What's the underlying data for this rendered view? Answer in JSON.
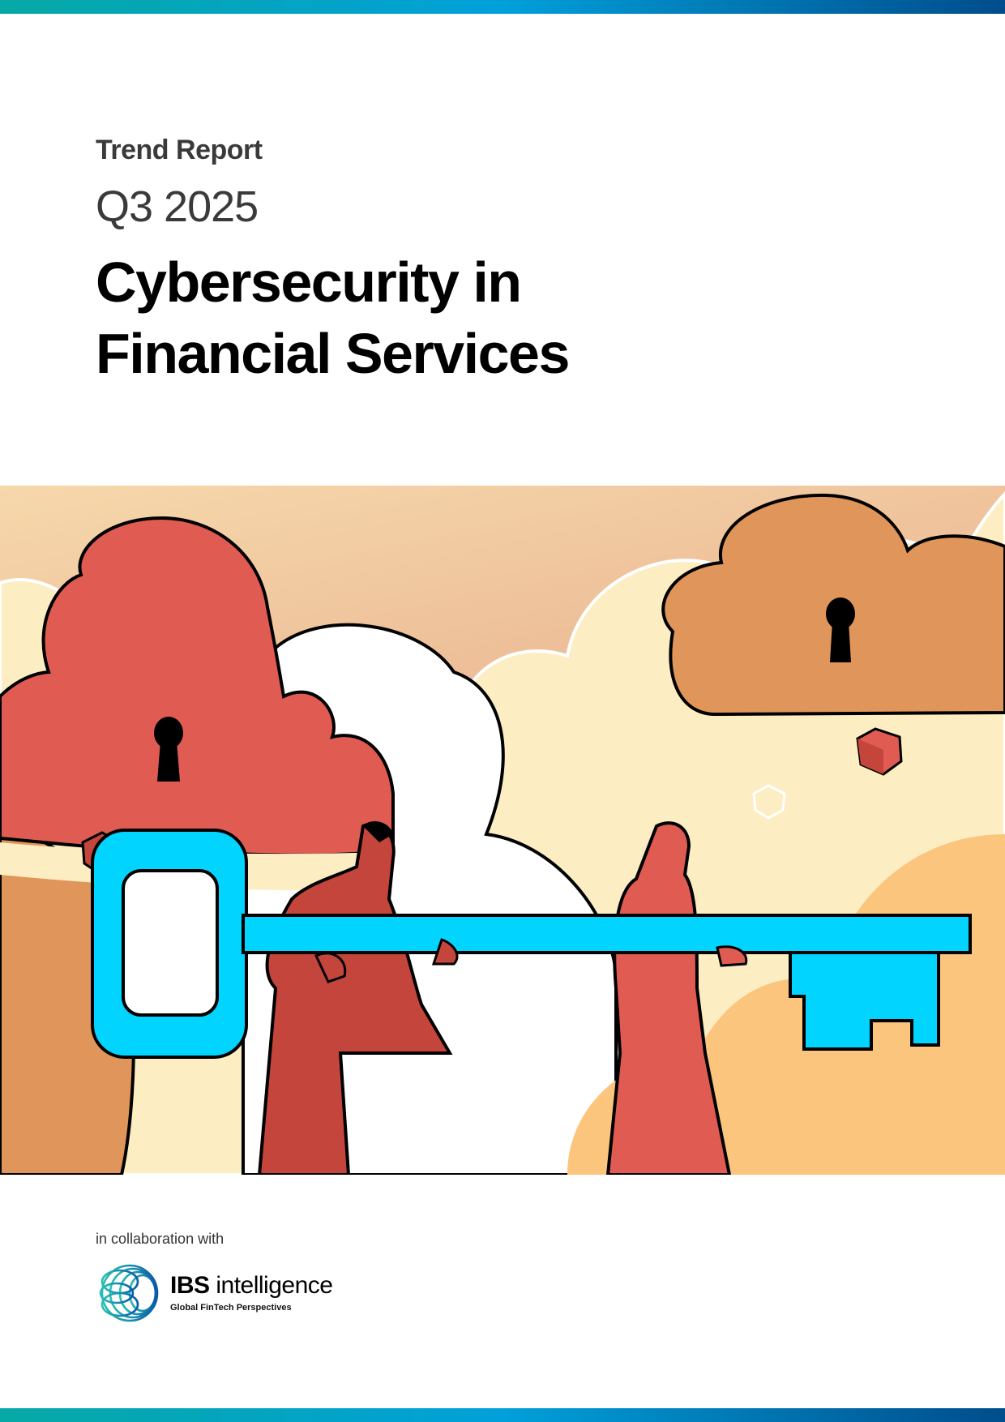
{
  "cover": {
    "eyebrow": "Trend Report",
    "period": "Q3 2025",
    "title_line1": "Cybersecurity in",
    "title_line2": "Financial Services"
  },
  "illustration": {
    "description": "Two figures carrying a giant cyan key beneath locked clouds",
    "icons": [
      "cloud-lock-icon",
      "key-icon",
      "cube-icon"
    ],
    "colors": {
      "sky_top": "#f5d6a8",
      "sky_bottom": "#e0967c",
      "cream_cloud": "#fdedc2",
      "red_cloud": "#e05c52",
      "orange_cloud": "#e0955a",
      "peach_cloud": "#fcc57e",
      "figure_dark": "#c4453c",
      "figure_light": "#e05c52",
      "key": "#00d4ff",
      "outline": "#000000"
    }
  },
  "footer": {
    "collab_label": "in collaboration with",
    "partner_bold": "IBS",
    "partner_rest": " intelligence",
    "partner_tagline": "Global FinTech Perspectives"
  },
  "brand": {
    "bar_gradient": [
      "#06a9a6",
      "#01a0da",
      "#004d8c"
    ]
  }
}
